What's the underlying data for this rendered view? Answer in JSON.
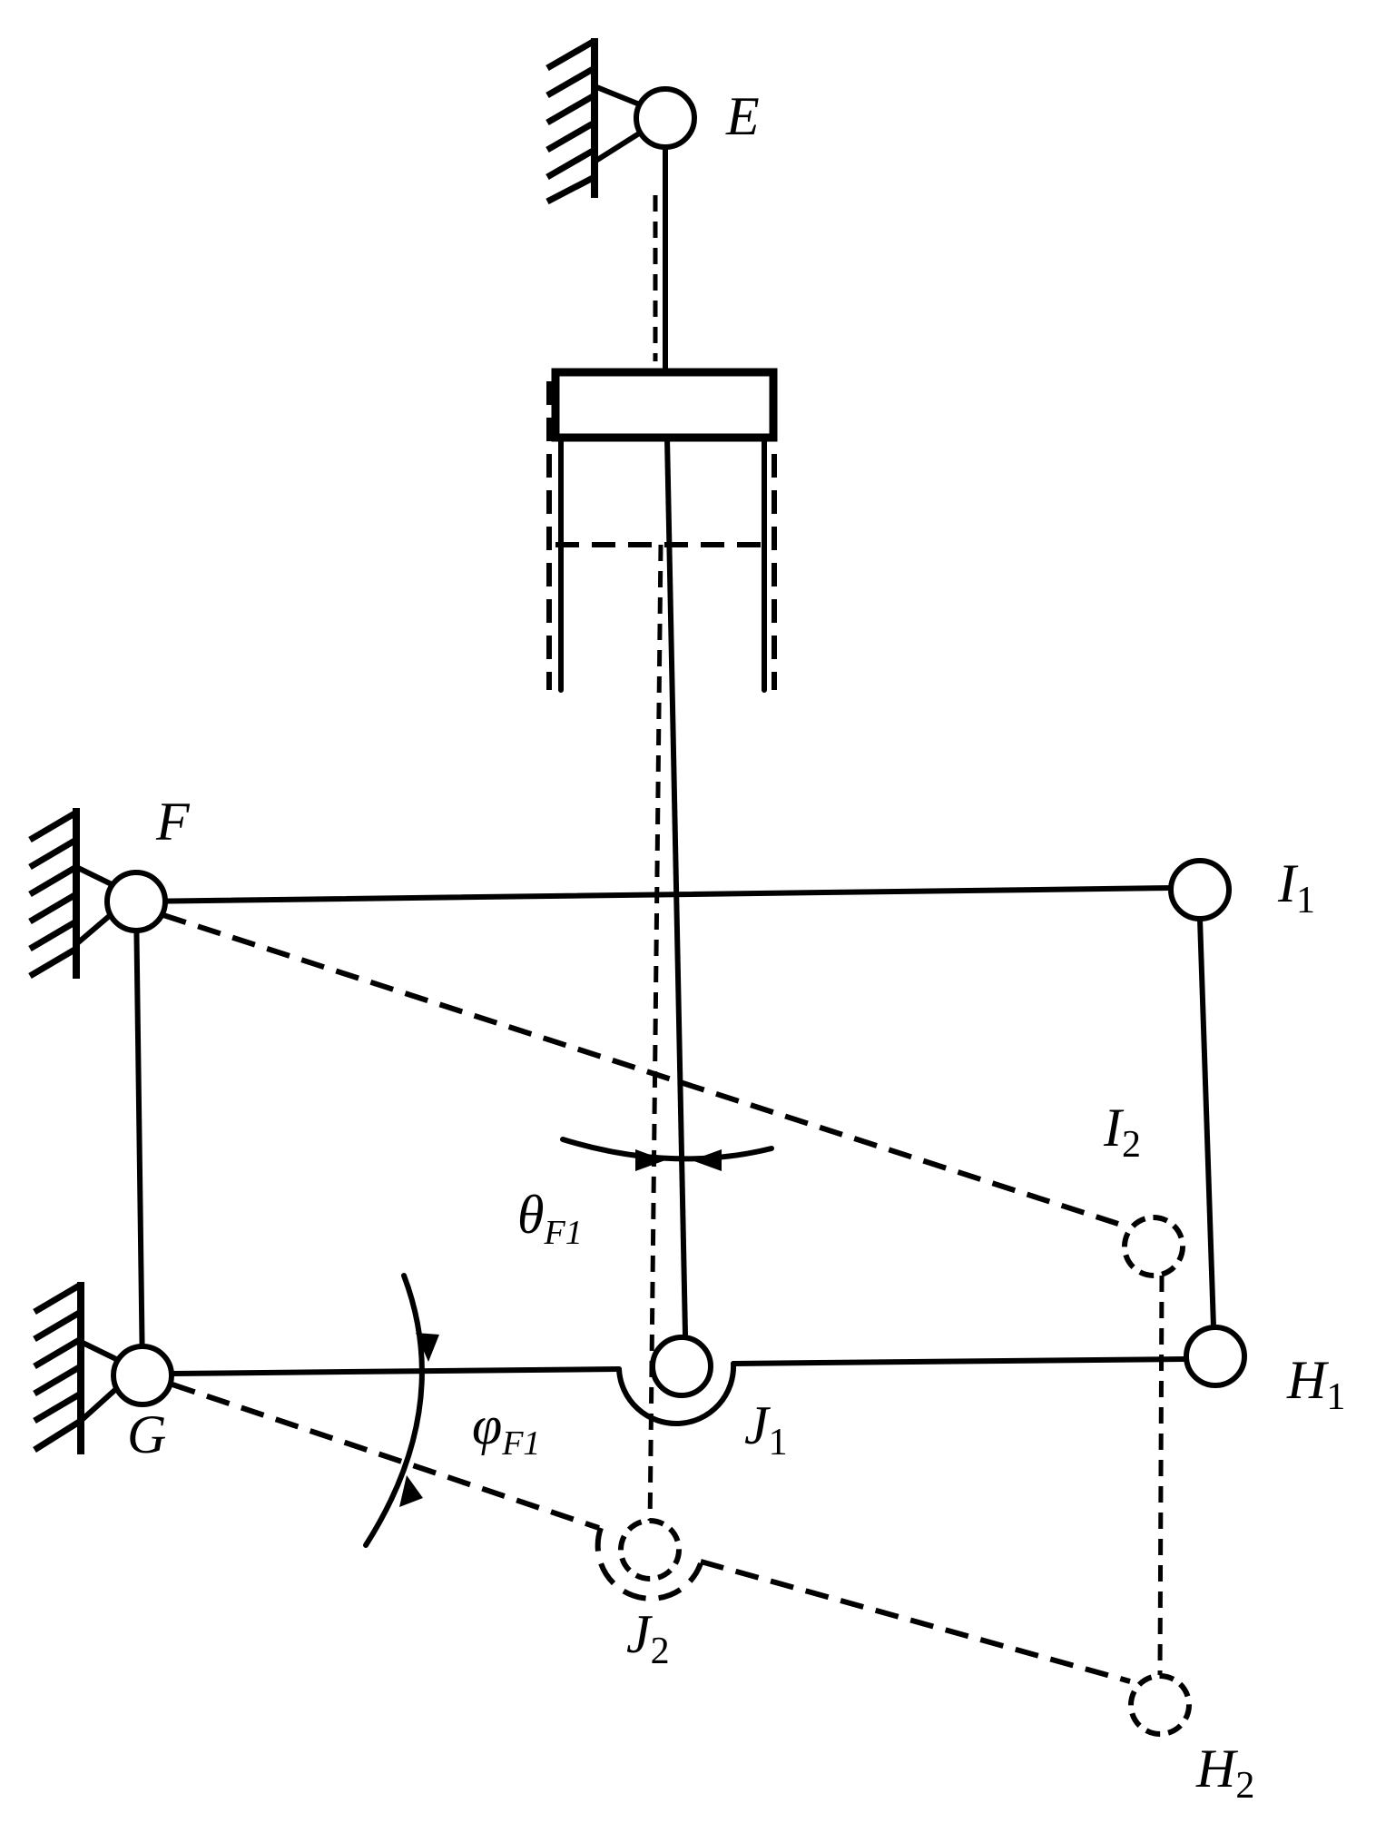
{
  "labels": {
    "E": "E",
    "F": "F",
    "G": "G",
    "I1": {
      "main": "I",
      "sub": "1"
    },
    "I2": {
      "main": "I",
      "sub": "2"
    },
    "H1": {
      "main": "H",
      "sub": "1"
    },
    "H2": {
      "main": "H",
      "sub": "2"
    },
    "J1": {
      "main": "J",
      "sub": "1"
    },
    "J2": {
      "main": "J",
      "sub": "2"
    },
    "theta": {
      "main": "θ",
      "sub": "F1"
    },
    "phi": {
      "main": "φ",
      "sub": "F1"
    }
  }
}
